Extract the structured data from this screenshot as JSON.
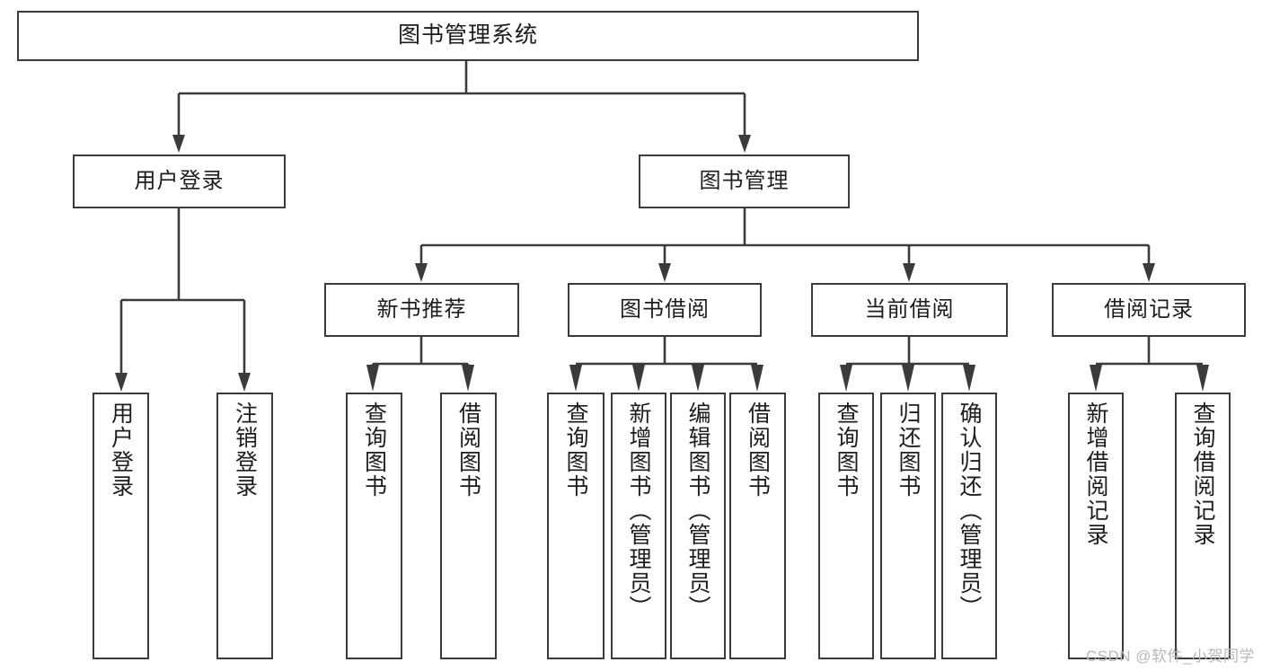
{
  "diagram": {
    "title": "图书管理系统",
    "type": "hierarchy-tree",
    "root": {
      "label": "图书管理系统"
    },
    "level2": [
      {
        "label": "用户登录"
      },
      {
        "label": "图书管理"
      }
    ],
    "level3": [
      {
        "label": "新书推荐"
      },
      {
        "label": "图书借阅"
      },
      {
        "label": "当前借阅"
      },
      {
        "label": "借阅记录"
      }
    ],
    "leaves": {
      "user_login": [
        {
          "label": "用户登录"
        },
        {
          "label": "注销登录"
        }
      ],
      "new_book_recommend": [
        {
          "label": "查询图书"
        },
        {
          "label": "借阅图书"
        }
      ],
      "book_borrow": [
        {
          "label": "查询图书"
        },
        {
          "label": "新增图书（管理员）"
        },
        {
          "label": "编辑图书（管理员）"
        },
        {
          "label": "借阅图书"
        }
      ],
      "current_borrow": [
        {
          "label": "查询图书"
        },
        {
          "label": "归还图书"
        },
        {
          "label": "确认归还（管理员）"
        }
      ],
      "borrow_record": [
        {
          "label": "新增借阅记录"
        },
        {
          "label": "查询借阅记录"
        }
      ]
    }
  },
  "watermark": {
    "text": "CSDN @软件_小贺同学"
  },
  "colors": {
    "stroke": "#3b3b3b",
    "text": "#1d1d1d",
    "background": "#ffffff",
    "watermark": "#b8b8b8"
  }
}
